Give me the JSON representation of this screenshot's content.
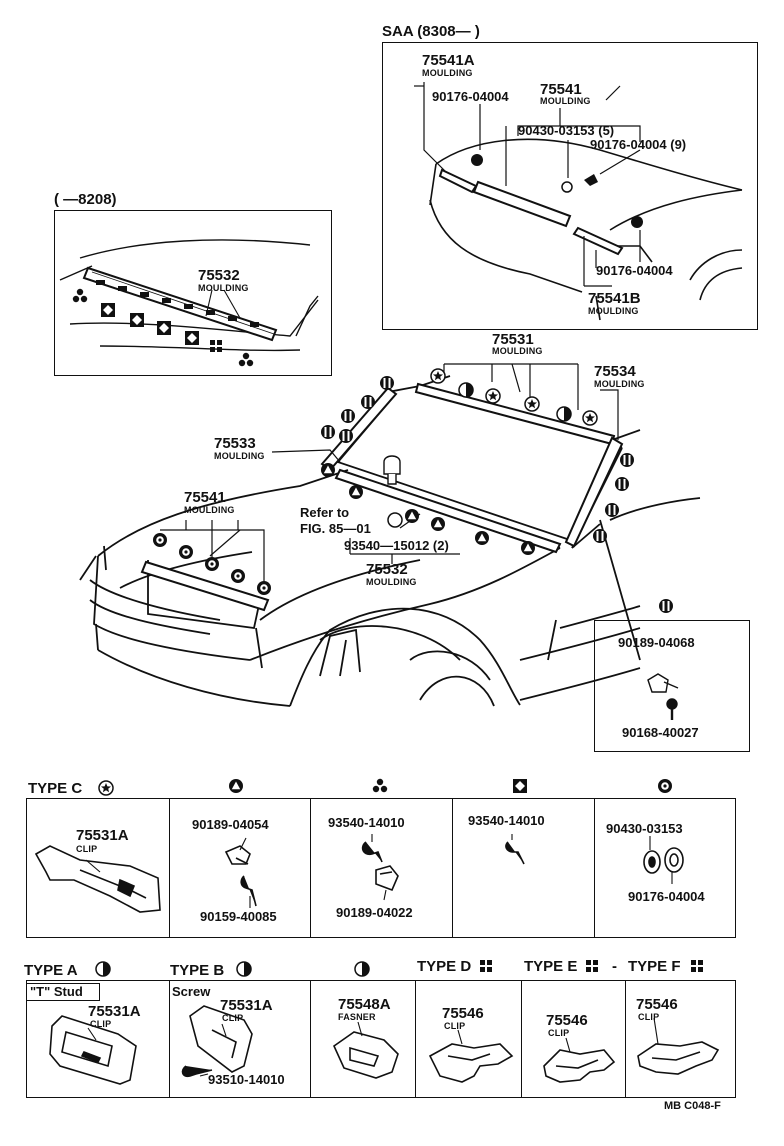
{
  "saa_inset": {
    "header": "SAA (8308—          )",
    "p_75541A": "75541A",
    "moulding_a": "MOULDING",
    "p_90176_a": "90176-04004",
    "p_75541": "75541",
    "moulding_b": "MOULDING",
    "p_90430": "90430-03153 (5)",
    "p_90176_9": "90176-04004 (9)",
    "p_90176_b": "90176-04004",
    "p_75541B": "75541B",
    "moulding_c": "MOULDING"
  },
  "early_inset": {
    "header": "(        —8208)",
    "p_75532": "75532",
    "moulding": "MOULDING"
  },
  "main": {
    "p_75531": "75531",
    "moulding_75531": "MOULDING",
    "p_75534": "75534",
    "moulding_75534": "MOULDING",
    "p_75533": "75533",
    "moulding_75533": "MOULDING",
    "p_75541": "75541",
    "moulding_75541": "MOULDING",
    "refer1": "Refer to",
    "refer2": "FIG. 85—01",
    "p_93540": "93540—15012 (2)",
    "p_75532": "75532",
    "moulding_75532": "MOULDING"
  },
  "detail_box": {
    "p_90189": "90189-04068",
    "p_90168": "90168-40027"
  },
  "row1": {
    "type_c": "TYPE C",
    "c_part": "75531A",
    "c_clip": "CLIP",
    "tri_p1": "90189-04054",
    "tri_p2": "90159-40085",
    "cl_p1": "93540-14010",
    "cl_p2": "90189-04022",
    "sq_p1": "93540-14010",
    "ci_p1": "90430-03153",
    "ci_p2": "90176-04004"
  },
  "row2": {
    "type_a": "TYPE A",
    "t_stud": "\"T\" Stud",
    "a_part": "75531A",
    "a_clip": "CLIP",
    "type_b": "TYPE B",
    "screw": "Screw",
    "b_part": "75531A",
    "b_clip": "CLIP",
    "b_screw": "93510-14010",
    "f_part": "75548A",
    "f_label": "FASNER",
    "type_d": "TYPE D",
    "d_part": "75546",
    "d_clip": "CLIP",
    "type_e": "TYPE E",
    "e_part": "75546",
    "e_clip": "CLIP",
    "dash": "-",
    "type_f": "TYPE F",
    "f2_part": "75546",
    "f2_clip": "CLIP"
  },
  "footer": {
    "code": "MB C048-F"
  },
  "symbols": [
    "star-circle-symbol",
    "triangle-circle-symbol",
    "three-dot-symbol",
    "diamond-square-symbol",
    "dotted-circle-symbol",
    "half-circle-symbol",
    "striped-circle-symbol",
    "four-square-symbol"
  ]
}
